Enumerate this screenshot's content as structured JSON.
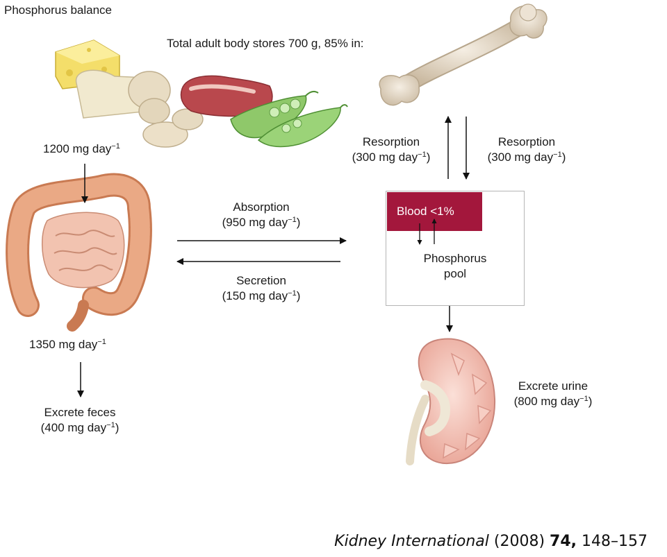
{
  "title": "Phosphorus balance",
  "body_stores": "Total adult body stores 700 g, 85% in:",
  "intake": {
    "value": "1200 mg day",
    "exp": "−1"
  },
  "bone_out": {
    "label": "Resorption",
    "value": "(300 mg day",
    "exp": "−1",
    "close": ")"
  },
  "bone_in": {
    "label": "Resorption",
    "value": "(300 mg day",
    "exp": "−1",
    "close": ")"
  },
  "absorption": {
    "label": "Absorption",
    "value": "(950 mg day",
    "exp": "−1",
    "close": ")"
  },
  "secretion": {
    "label": "Secretion",
    "value": "(150 mg day",
    "exp": "−1",
    "close": ")"
  },
  "blood": "Blood <1%",
  "pool": {
    "line1": "Phosphorus",
    "line2": "pool"
  },
  "gut_total": {
    "value": "1350 mg day",
    "exp": "−1"
  },
  "feces": {
    "label": "Excrete feces",
    "value": "(400 mg day",
    "exp": "−1",
    "close": ")"
  },
  "urine": {
    "label": "Excrete urine",
    "value": "(800 mg day",
    "exp": "−1",
    "close": ")"
  },
  "citation": {
    "journal": "Kidney International",
    "year": "(2008)",
    "volume": "74,",
    "pages": "148–157"
  },
  "colors": {
    "blood_box": "#a3173c",
    "bone": "#e2d6c4",
    "intestine": "#e8a57c",
    "kidney": "#f2b9ae"
  },
  "icons": [
    "food-illustration",
    "bone-illustration",
    "intestine-illustration",
    "kidney-illustration"
  ]
}
